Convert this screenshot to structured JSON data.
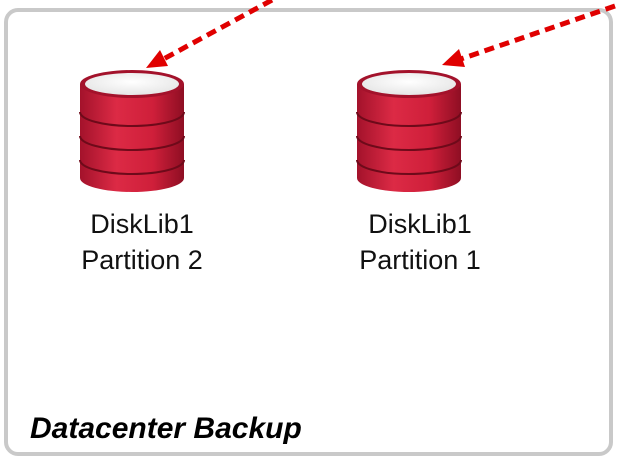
{
  "group": {
    "title": "Datacenter Backup",
    "border_color": "#c9c9c9"
  },
  "disks": [
    {
      "line1": "DiskLib1",
      "line2": "Partition 2",
      "icon": "database-icon"
    },
    {
      "line1": "DiskLib1",
      "line2": "Partition 1",
      "icon": "database-icon"
    }
  ],
  "colors": {
    "disk_red": "#d71f3c",
    "disk_dark": "#9e1026",
    "arrow_red": "#e00000"
  }
}
